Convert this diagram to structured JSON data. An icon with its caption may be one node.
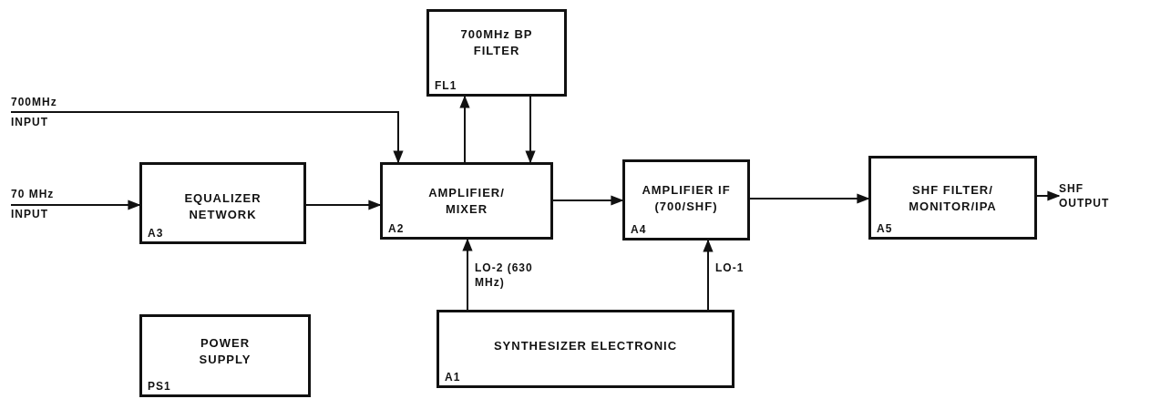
{
  "diagram": {
    "nodes": [
      {
        "text": [
          "700MHz",
          "INPUT"
        ]
      },
      {
        "text": [
          "70 MHz",
          "INPUT"
        ]
      },
      {
        "text": [
          "EQUALIZER NETWORK",
          "A3"
        ]
      },
      {
        "text": [
          "700MHz BP FILTER",
          "FL1"
        ]
      },
      {
        "text": [
          "AMPLIFIER/ MIXER",
          "A2"
        ]
      },
      {
        "text": [
          "AMPLIFIER IF (700/SHF)",
          "A4"
        ]
      },
      {
        "text": [
          "SHF FILTER/ MONITOR/IPA",
          "A5"
        ]
      },
      {
        "text": [
          "SHF OUTPUT"
        ]
      },
      {
        "text": [
          "POWER SUPPLY",
          "PS1"
        ]
      },
      {
        "text": [
          "SYNTHESIZER ELECTRONIC",
          "A1"
        ]
      }
    ],
    "edges": [
      {
        "from": 0,
        "to": 4,
        "arrow": "to"
      },
      {
        "from": 1,
        "to": 2,
        "arrow": "to"
      },
      {
        "from": 2,
        "to": 4,
        "arrow": "to"
      },
      {
        "from": 4,
        "to": 3,
        "arrow": "to"
      },
      {
        "from": 3,
        "to": 4,
        "arrow": "to"
      },
      {
        "from": 4,
        "to": 5,
        "arrow": "to"
      },
      {
        "from": 5,
        "to": 6,
        "arrow": "to"
      },
      {
        "from": 6,
        "to": 7,
        "arrow": "to"
      },
      {
        "from": 9,
        "to": 4,
        "label": "LO-2 (630 MHz)",
        "arrow": "to"
      },
      {
        "from": 9,
        "to": 5,
        "label": "LO-1",
        "arrow": "to"
      }
    ]
  }
}
